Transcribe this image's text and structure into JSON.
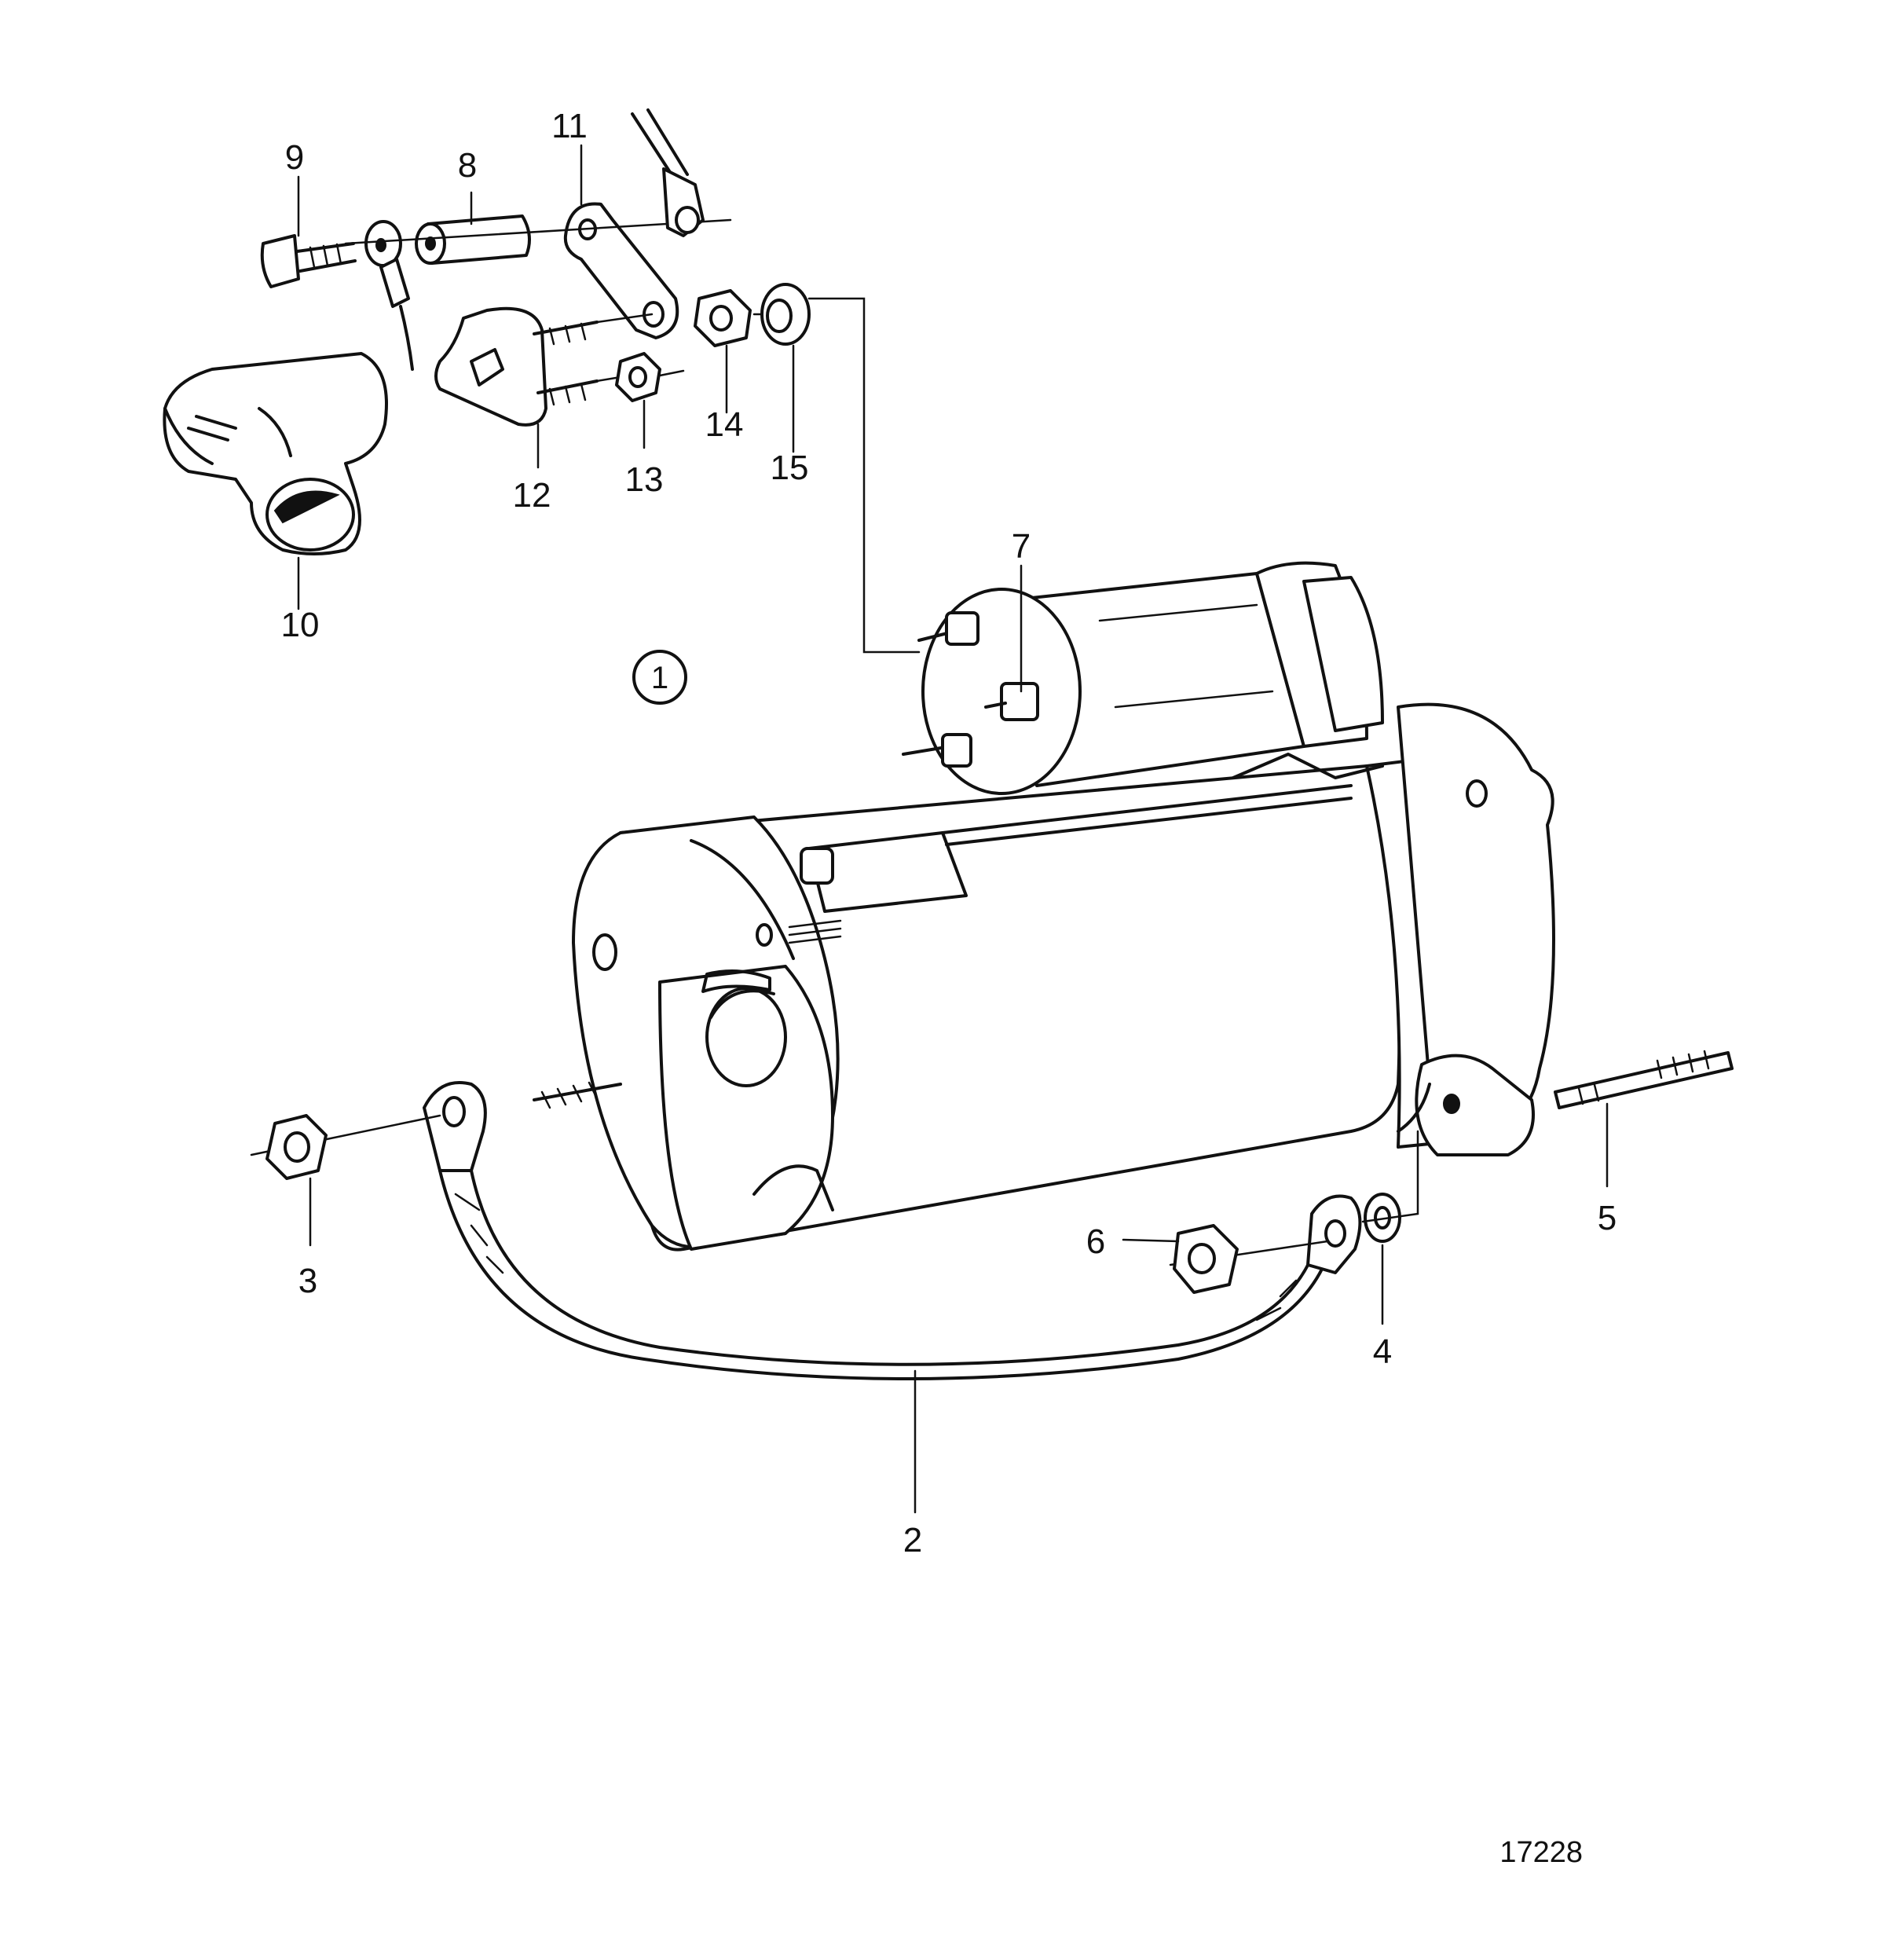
{
  "diagram": {
    "figure_number": "17228",
    "view_marker": "1",
    "callouts": [
      {
        "id": "c2",
        "text": "2"
      },
      {
        "id": "c3",
        "text": "3"
      },
      {
        "id": "c4",
        "text": "4"
      },
      {
        "id": "c5",
        "text": "5"
      },
      {
        "id": "c6",
        "text": "6"
      },
      {
        "id": "c7",
        "text": "7"
      },
      {
        "id": "c8",
        "text": "8"
      },
      {
        "id": "c9",
        "text": "9"
      },
      {
        "id": "c10",
        "text": "10"
      },
      {
        "id": "c11",
        "text": "11"
      },
      {
        "id": "c12",
        "text": "12"
      },
      {
        "id": "c13",
        "text": "13"
      },
      {
        "id": "c14",
        "text": "14"
      },
      {
        "id": "c15",
        "text": "15"
      }
    ]
  }
}
